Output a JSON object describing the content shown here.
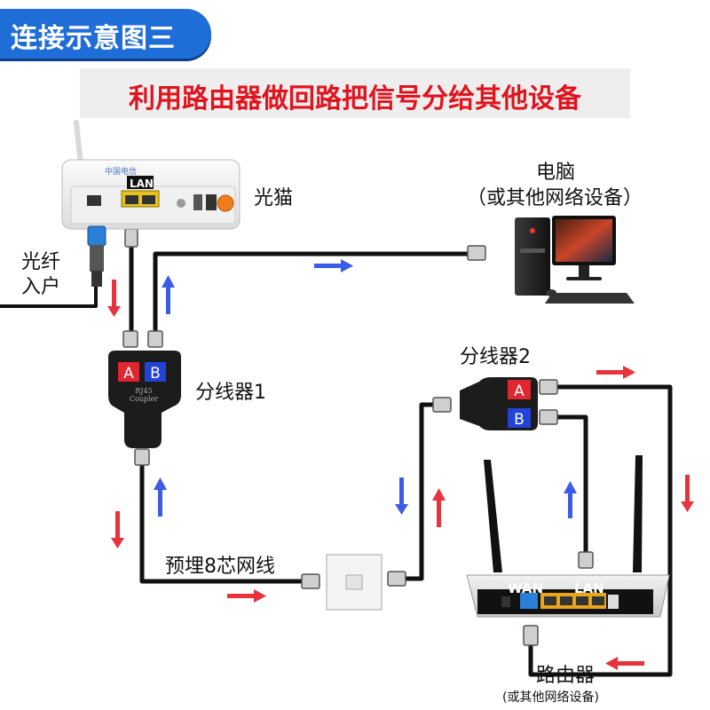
{
  "header": {
    "badge_title": "连接示意图三",
    "subtitle": "利用路由器做回路把信号分给其他设备",
    "badge_color": "#1f6ed8",
    "subtitle_color": "#e0141e"
  },
  "devices": {
    "modem_label": "光猫",
    "modem_lan": "LAN",
    "pc_label_line1": "电脑",
    "pc_label_line2": "（或其他网络设备）",
    "fiber_label_line1": "光纤",
    "fiber_label_line2": "入户",
    "splitter1_label": "分线器1",
    "splitter2_label": "分线器2",
    "splitter_port_a": "A",
    "splitter_port_b": "B",
    "splitter_text_line1": "RJ45",
    "splitter_text_line2": "Coupler",
    "cable_label": "预埋8芯网线",
    "router_wan": "WAN",
    "router_lan": "LAN",
    "router_label": "路由器",
    "router_sub_label": "(或其他网络设备)"
  },
  "colors": {
    "cable": "#111111",
    "arrow_red": "#e8323c",
    "arrow_blue": "#3a5ce6",
    "port_a": "#e0262f",
    "port_b": "#2342d8"
  }
}
